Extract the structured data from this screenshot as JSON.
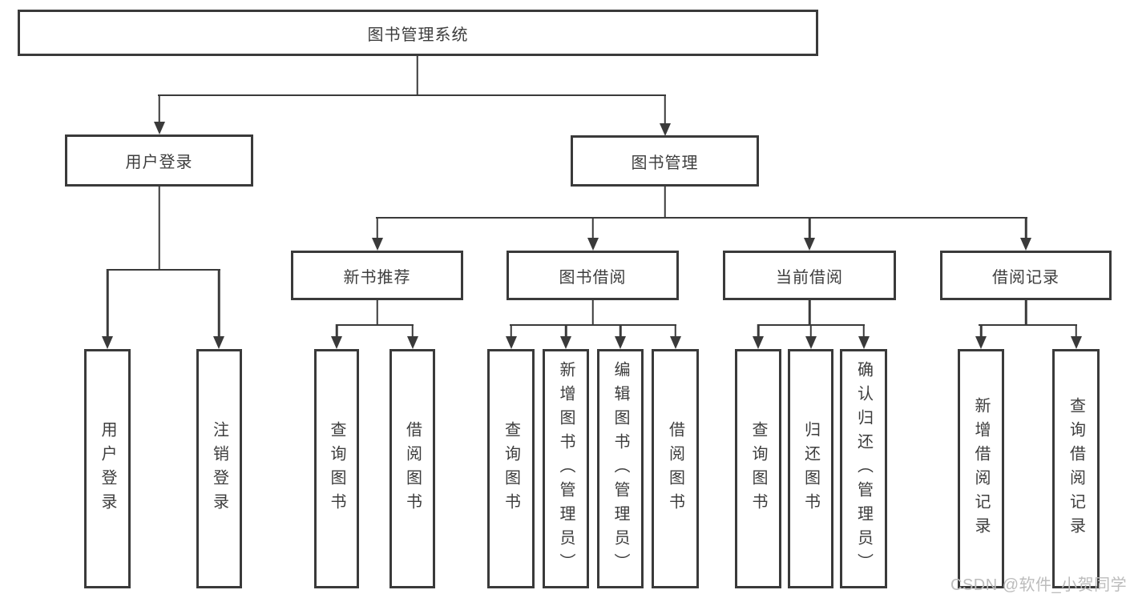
{
  "tree": {
    "label": "图书管理系统",
    "children": [
      {
        "label": "用户登录",
        "children": [
          {
            "label": "用户登录"
          },
          {
            "label": "注销登录"
          }
        ]
      },
      {
        "label": "图书管理",
        "children": [
          {
            "label": "新书推荐",
            "children": [
              {
                "label": "查询图书"
              },
              {
                "label": "借阅图书"
              }
            ]
          },
          {
            "label": "图书借阅",
            "children": [
              {
                "label": "查询图书"
              },
              {
                "label": "新增图书（管理员）"
              },
              {
                "label": "编辑图书（管理员）"
              },
              {
                "label": "借阅图书"
              }
            ]
          },
          {
            "label": "当前借阅",
            "children": [
              {
                "label": "查询图书"
              },
              {
                "label": "归还图书"
              },
              {
                "label": "确认归还（管理员）"
              }
            ]
          },
          {
            "label": "借阅记录",
            "children": [
              {
                "label": "新增借阅记录"
              },
              {
                "label": "查询借阅记录"
              }
            ]
          }
        ]
      }
    ]
  },
  "watermark": {
    "text": "CSDN @软件_小贺同学"
  },
  "colors": {
    "line": "#3a3a3a",
    "text": "#3d3d3d",
    "box_bg": "#ffffff",
    "background": "#ffffff",
    "watermark": "#bcbcbc"
  }
}
